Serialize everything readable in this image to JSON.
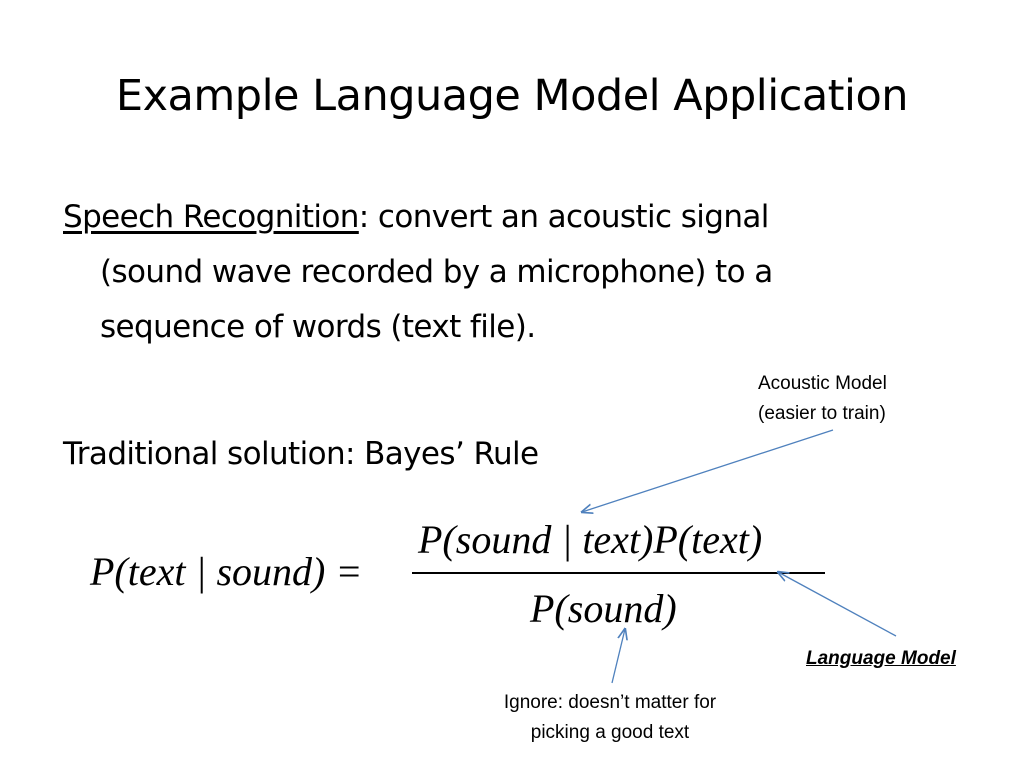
{
  "title": "Example Language Model Application",
  "speech": {
    "term": "Speech Recognition",
    "line1_rest": ":  convert an acoustic signal",
    "line2": "(sound wave recorded by a microphone) to a",
    "line3": "sequence of words (text file)."
  },
  "traditional": "Traditional solution:  Bayes’ Rule",
  "equation": {
    "lhs": "P(text | sound) =",
    "numerator": "P(sound | text)P(text)",
    "denominator": "P(sound)"
  },
  "annotations": {
    "acoustic": [
      "Acoustic Model",
      "(easier to train)"
    ],
    "language_model": "Language Model",
    "ignore": [
      "Ignore:  doesn’t matter for",
      "picking a good text"
    ]
  },
  "colors": {
    "arrow": "#4f81bd",
    "text": "#000000",
    "background": "#ffffff"
  }
}
